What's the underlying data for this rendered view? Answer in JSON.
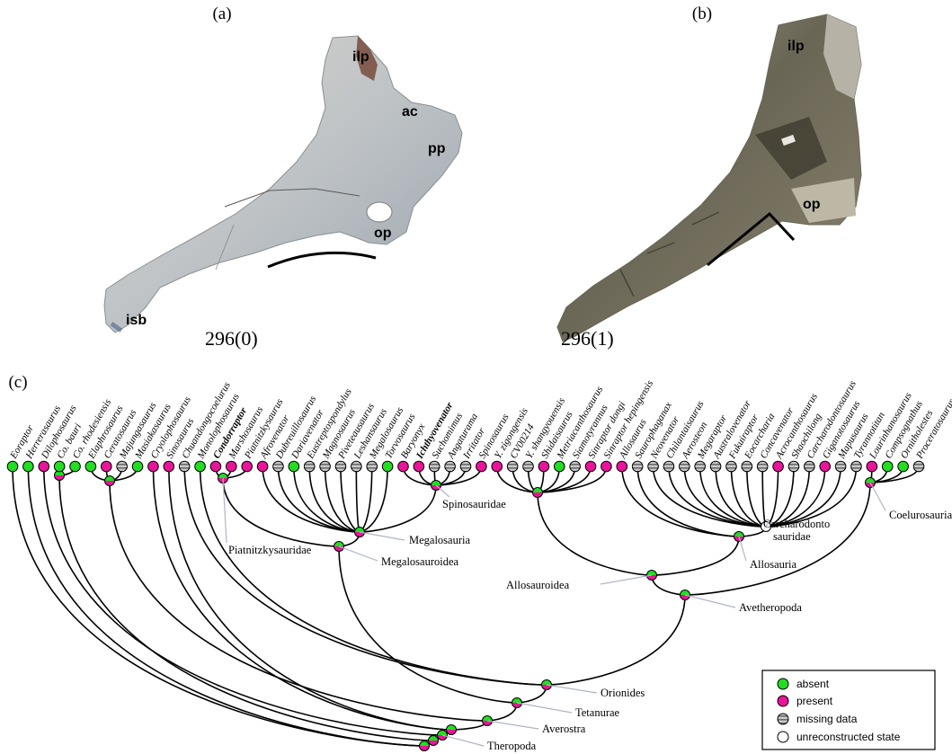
{
  "panels": {
    "a": "(a)",
    "b": "(b)",
    "c": "(c)"
  },
  "bone_labels": {
    "a": [
      "ilp",
      "ac",
      "pp",
      "op",
      "isb"
    ],
    "b": [
      "ilp",
      "op"
    ]
  },
  "character_states": {
    "a": {
      "text": "296(0)",
      "color": "#7cf03a"
    },
    "b": {
      "text": "296(1)",
      "color": "#e0149e"
    }
  },
  "state_colors": {
    "absent": "#22dd22",
    "present": "#e8149a",
    "missing": "#9a9a9a",
    "unreconstructed": "#ffffff"
  },
  "taxa": [
    {
      "name": "Eoraptor",
      "state": "absent"
    },
    {
      "name": "Herrerasaurus",
      "state": "absent"
    },
    {
      "name": "Dilophosaurus",
      "state": "present"
    },
    {
      "name": "Co. bauri",
      "state": "absent"
    },
    {
      "name": "Co. rhodesiensis",
      "state": "absent"
    },
    {
      "name": "Elaphrosaurus",
      "state": "absent"
    },
    {
      "name": "Ceratosaurus",
      "state": "present"
    },
    {
      "name": "Majungasaurus",
      "state": "missing"
    },
    {
      "name": "Masiakasaurus",
      "state": "absent"
    },
    {
      "name": "Cryolophosaurus",
      "state": "present"
    },
    {
      "name": "Sinosaurus",
      "state": "present"
    },
    {
      "name": "Chuandongocoelurus",
      "state": "missing"
    },
    {
      "name": "Monolophosaurus",
      "state": "absent"
    },
    {
      "name": "Condorraptor",
      "state": "present",
      "bold": true
    },
    {
      "name": "Marshosaurus",
      "state": "present"
    },
    {
      "name": "Piatnitzkysaurus",
      "state": "present"
    },
    {
      "name": "Afrovenator",
      "state": "present"
    },
    {
      "name": "Dubreuillosaurus",
      "state": "missing"
    },
    {
      "name": "Dariavenator",
      "state": "absent"
    },
    {
      "name": "Eustreptospondylus",
      "state": "missing"
    },
    {
      "name": "Magnosaurus",
      "state": "missing"
    },
    {
      "name": "Piveteausaurus",
      "state": "missing"
    },
    {
      "name": "Leshansaurus",
      "state": "missing"
    },
    {
      "name": "Megalosaurus",
      "state": "missing"
    },
    {
      "name": "Torvosaurus",
      "state": "absent"
    },
    {
      "name": "Baryonyx",
      "state": "present"
    },
    {
      "name": "Ichthyovenator",
      "state": "present",
      "bold": true
    },
    {
      "name": "Suchomimus",
      "state": "missing"
    },
    {
      "name": "Angaturama",
      "state": "missing"
    },
    {
      "name": "Irritator",
      "state": "missing"
    },
    {
      "name": "Spinosaurus",
      "state": "present"
    },
    {
      "name": "Y. zigongensis",
      "state": "present"
    },
    {
      "name": "CV00214",
      "state": "missing"
    },
    {
      "name": "Y. shangyouensis",
      "state": "missing"
    },
    {
      "name": "Shidaisaurus",
      "state": "present"
    },
    {
      "name": "Metriacanthosaurus",
      "state": "absent"
    },
    {
      "name": "Siamotyrannus",
      "state": "missing"
    },
    {
      "name": "Sinraptor dongi",
      "state": "present"
    },
    {
      "name": "Sinraptor hepingensis",
      "state": "present"
    },
    {
      "name": "Allosaurus",
      "state": "present"
    },
    {
      "name": "Saurophaganax",
      "state": "missing"
    },
    {
      "name": "Neovenator",
      "state": "missing"
    },
    {
      "name": "Chilantaisaurus",
      "state": "missing"
    },
    {
      "name": "Aerosteon",
      "state": "missing"
    },
    {
      "name": "Megaraptor",
      "state": "missing"
    },
    {
      "name": "Australovenator",
      "state": "missing"
    },
    {
      "name": "Fukuiraptor",
      "state": "missing"
    },
    {
      "name": "Eocarcharia",
      "state": "missing"
    },
    {
      "name": "Concavenator",
      "state": "missing"
    },
    {
      "name": "Acrocanthosaurus",
      "state": "present"
    },
    {
      "name": "Shaochilong",
      "state": "missing"
    },
    {
      "name": "Carcharodontosaurus",
      "state": "missing"
    },
    {
      "name": "Giganotosaurus",
      "state": "present"
    },
    {
      "name": "Mapusaurus",
      "state": "missing"
    },
    {
      "name": "Tyrannotitan",
      "state": "missing"
    },
    {
      "name": "Lourinhanosaurus",
      "state": "present"
    },
    {
      "name": "Compsognathus",
      "state": "absent"
    },
    {
      "name": "Ornitholestes",
      "state": "absent"
    },
    {
      "name": "Proceratosaurus",
      "state": "missing"
    }
  ],
  "clade_labels": [
    "Spinosauridae",
    "Piatnitzkysauridae",
    "Megalosauria",
    "Megalosauroidea",
    "Carcharodonto",
    "sauridae",
    "Coelurosauria",
    "Allosauria",
    "Allosauroidea",
    "Avetheropoda",
    "Orionides",
    "Tetanurae",
    "Averostra",
    "Theropoda"
  ],
  "legend": {
    "items": [
      {
        "label": "absent",
        "state": "absent"
      },
      {
        "label": "present",
        "state": "present"
      },
      {
        "label": "missing data",
        "state": "missing"
      },
      {
        "label": "unreconstructed state",
        "state": "unreconstructed"
      }
    ]
  }
}
